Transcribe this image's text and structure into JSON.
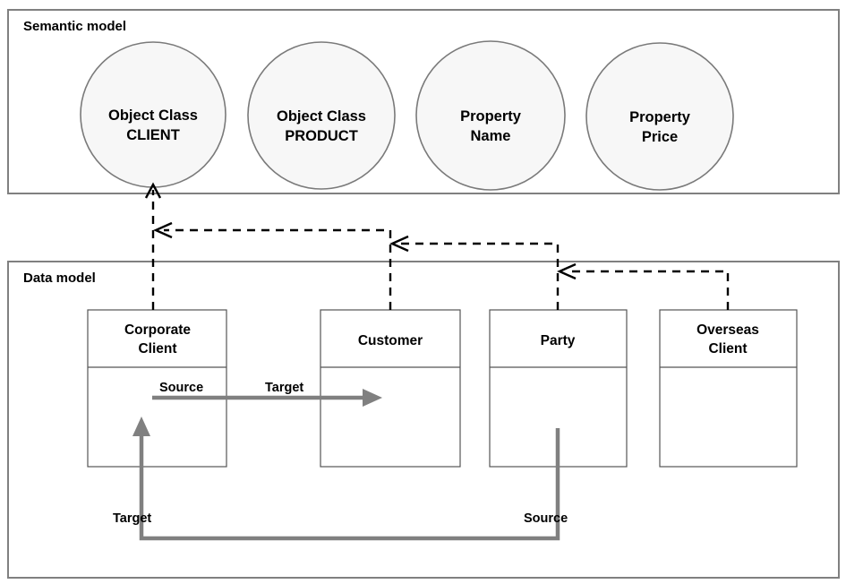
{
  "diagram": {
    "title_semantic": "Semantic model",
    "title_data": "Data model",
    "semantic_nodes": [
      {
        "line1": "Object Class",
        "line2": "CLIENT"
      },
      {
        "line1": "Object Class",
        "line2": "PRODUCT"
      },
      {
        "line1": "Property",
        "line2": "Name"
      },
      {
        "line1": "Property",
        "line2": "Price"
      }
    ],
    "data_entities": [
      {
        "line1": "Corporate",
        "line2": "Client"
      },
      {
        "line1": "Customer",
        "line2": ""
      },
      {
        "line1": "Party",
        "line2": ""
      },
      {
        "line1": "Overseas",
        "line2": "Client"
      }
    ],
    "mapping_labels": {
      "upper_source": "Source",
      "upper_target": "Target",
      "lower_target": "Target",
      "lower_source": "Source"
    },
    "colors": {
      "frame_stroke": "#808080",
      "circle_fill": "#f7f7f7",
      "circle_stroke": "#7a7a7a",
      "entity_stroke": "#555555",
      "dashed_link": "#000000",
      "gray_link": "#808080",
      "background": "#ffffff"
    }
  }
}
